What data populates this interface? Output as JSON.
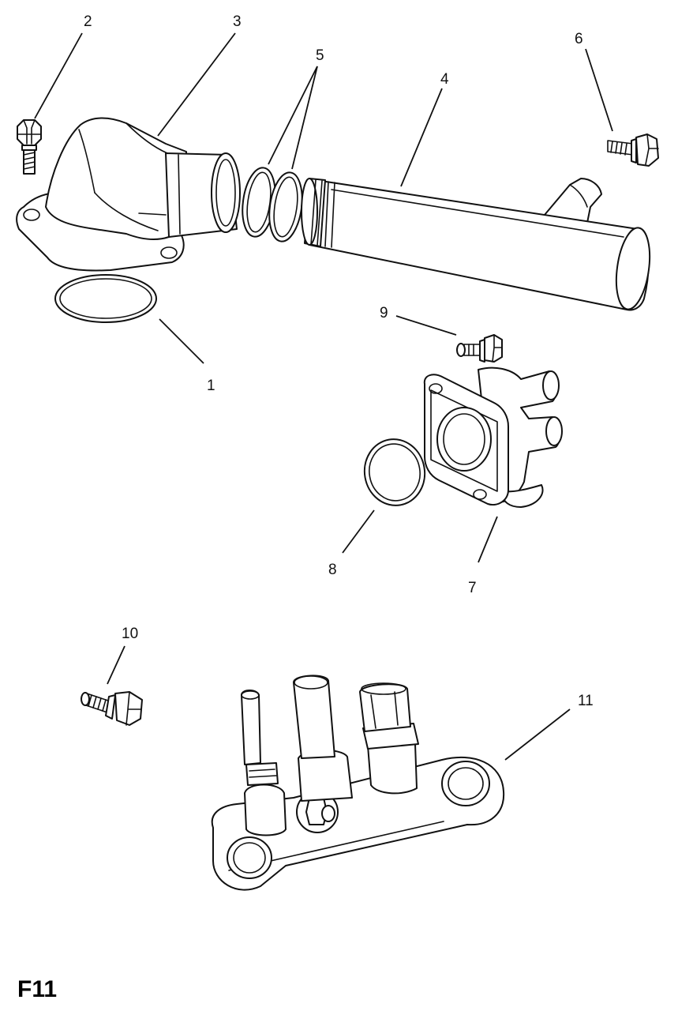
{
  "figure_label": "F11",
  "highlight_color": "#F5C518",
  "callouts": {
    "c1": "1",
    "c2": "2",
    "c3": "3",
    "c4": "4",
    "c5": "5",
    "c6": "6",
    "c7": "7",
    "c8": "8",
    "c9": "9",
    "c10": "10",
    "c11": "11"
  }
}
